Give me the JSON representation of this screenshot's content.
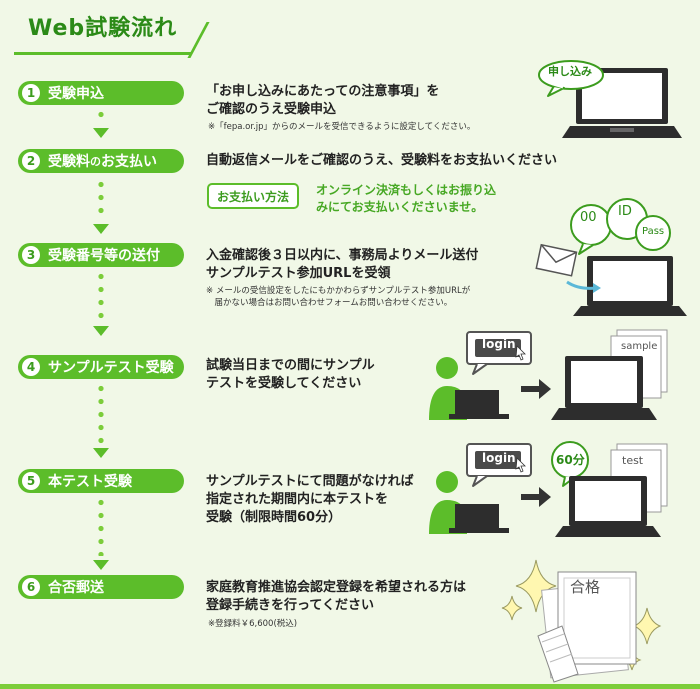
{
  "title": "Web試験流れ",
  "colors": {
    "accent": "#5cbd2a",
    "accent_dark": "#2b8a17",
    "background": "#f1f8e7"
  },
  "steps": [
    {
      "num": "1",
      "label": "受験申込",
      "lines": [
        "「お申し込みにあたっての注意事項」を",
        "ご確認のうえ受験申込"
      ],
      "note": "※「fepa.or.jp」からのメールを受信できるように設定してください。",
      "bubble": "申し込み"
    },
    {
      "num": "2",
      "label_a": "受験料",
      "label_b": "の",
      "label_c": "お支払い",
      "lines": [
        "自動返信メールをご確認のうえ、受験料をお支払いください"
      ],
      "tag": "お支払い方法",
      "pay_lines": [
        "オンライン決済もしくはお振り込",
        "みにてお支払いくださいませ。"
      ]
    },
    {
      "num": "3",
      "label": "受験番号等の送付",
      "lines": [
        "入金確認後３日以内に、事務局よりメール送付",
        "サンプルテスト参加URLを受領"
      ],
      "note_lines": [
        "※ メールの受信設定をしたにもかかわらずサンプルテスト参加URLが",
        "　届かない場合はお問い合わせフォームお問い合わせください。"
      ],
      "bubbles": [
        "00",
        "ID",
        "Pass"
      ]
    },
    {
      "num": "4",
      "label": "サンプルテスト受験",
      "lines": [
        "試験当日までの間にサンプル",
        "テストを受験してください"
      ],
      "login": "login",
      "paper": "sample"
    },
    {
      "num": "5",
      "label": "本テスト受験",
      "lines": [
        "サンプルテストにて問題がなければ",
        "指定された期間内に本テストを",
        "受験（制限時間60分）"
      ],
      "login": "login",
      "paper": "test",
      "timer": "60分"
    },
    {
      "num": "6",
      "label": "合否郵送",
      "lines": [
        "家庭教育推進協会認定登録を希望される方は",
        "登録手続きを行ってください"
      ],
      "note": "※登録料￥6,600(税込)",
      "cert": "合格"
    }
  ]
}
